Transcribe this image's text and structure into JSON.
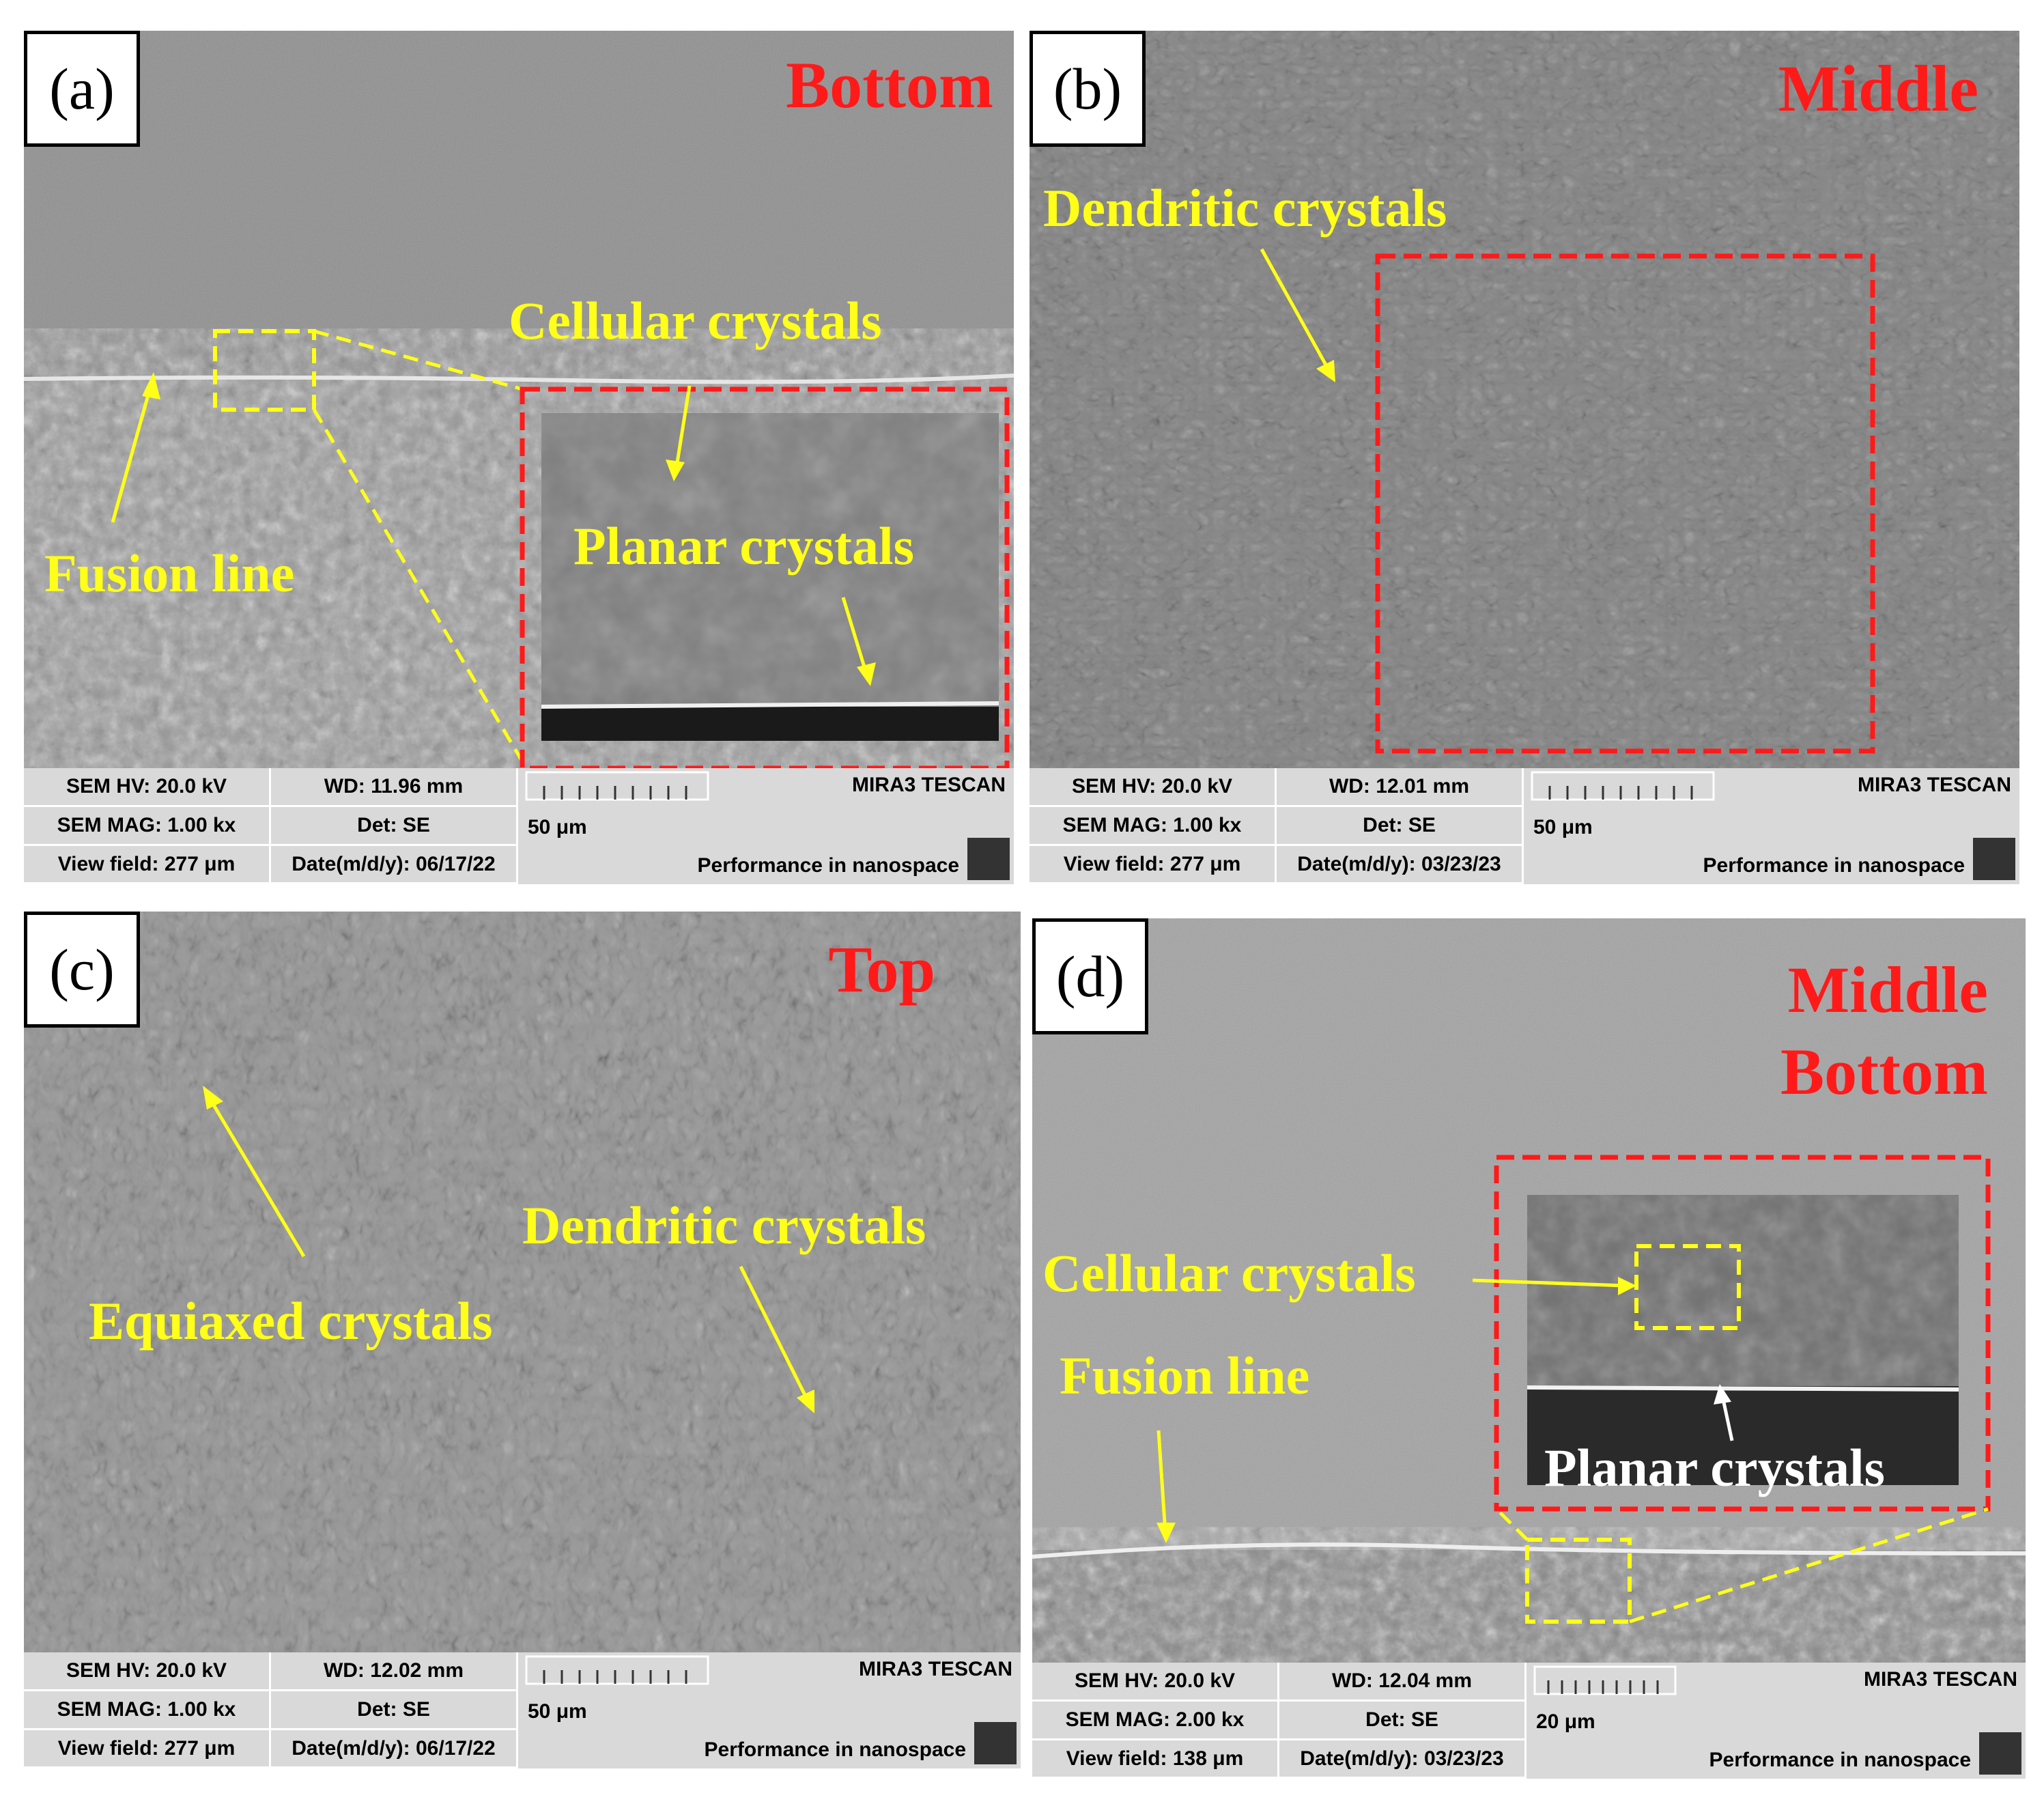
{
  "panels": {
    "a": {
      "label": "(a)",
      "region": "Bottom",
      "annotations": {
        "cellular": "Cellular crystals",
        "planar": "Planar crystals",
        "fusion": "Fusion line"
      },
      "sem": {
        "hv": "SEM HV: 20.0 kV",
        "wd": "WD: 11.96 mm",
        "brand": "MIRA3 TESCAN",
        "mag": "SEM MAG: 1.00 kx",
        "det": "Det: SE",
        "scale": "50 μm",
        "view": "View field: 277 μm",
        "date": "Date(m/d/y): 06/17/22",
        "perf": "Performance in nanospace"
      }
    },
    "b": {
      "label": "(b)",
      "region": "Middle",
      "annotations": {
        "dendritic": "Dendritic crystals"
      },
      "sem": {
        "hv": "SEM HV: 20.0 kV",
        "wd": "WD: 12.01 mm",
        "brand": "MIRA3 TESCAN",
        "mag": "SEM MAG: 1.00 kx",
        "det": "Det: SE",
        "scale": "50 μm",
        "view": "View field: 277 μm",
        "date": "Date(m/d/y): 03/23/23",
        "perf": "Performance in nanospace"
      }
    },
    "c": {
      "label": "(c)",
      "region": "Top",
      "annotations": {
        "dendritic": "Dendritic crystals",
        "equiaxed": "Equiaxed crystals"
      },
      "sem": {
        "hv": "SEM HV: 20.0 kV",
        "wd": "WD: 12.02 mm",
        "brand": "MIRA3 TESCAN",
        "mag": "SEM MAG: 1.00 kx",
        "det": "Det: SE",
        "scale": "50 μm",
        "view": "View field: 277 μm",
        "date": "Date(m/d/y): 06/17/22",
        "perf": "Performance in nanospace"
      }
    },
    "d": {
      "label": "(d)",
      "region_line1": "Middle",
      "region_line2": "Bottom",
      "annotations": {
        "cellular": "Cellular crystals",
        "fusion": "Fusion line",
        "planar": "Planar crystals"
      },
      "sem": {
        "hv": "SEM HV: 20.0 kV",
        "wd": "WD: 12.04 mm",
        "brand": "MIRA3 TESCAN",
        "mag": "SEM MAG: 2.00 kx",
        "det": "Det: SE",
        "scale": "20 μm",
        "view": "View field: 138 μm",
        "date": "Date(m/d/y): 03/23/23",
        "perf": "Performance in nanospace"
      }
    }
  },
  "colors": {
    "annotation": "#ffff1a",
    "region": "#ff1a1a",
    "dashed_red": "#ff1a1a",
    "dashed_yellow": "#ffff1a"
  }
}
